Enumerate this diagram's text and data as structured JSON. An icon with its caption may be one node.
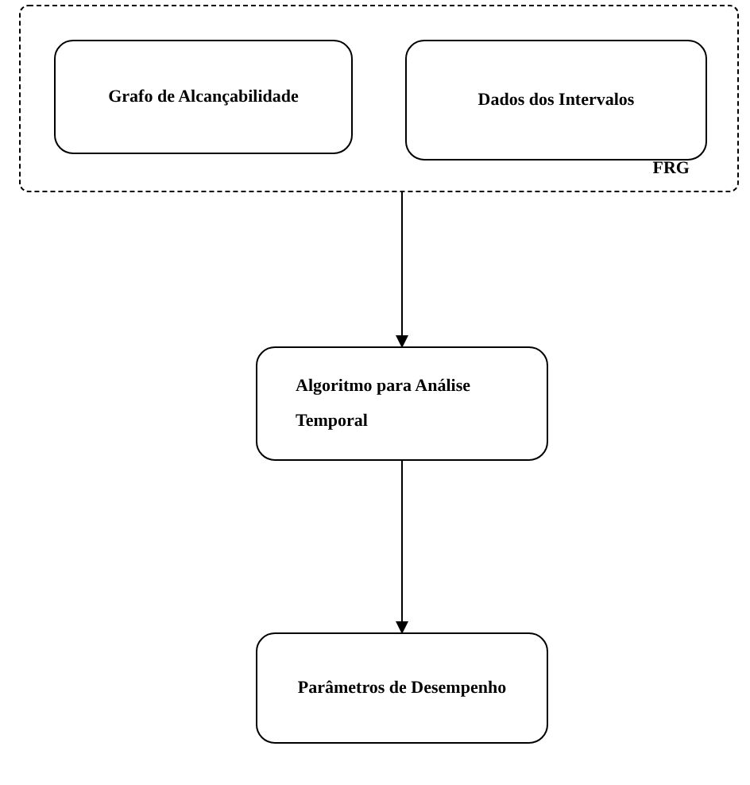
{
  "diagram": {
    "nodes": [
      {
        "text": [
          "FRG"
        ]
      },
      {
        "text": [
          "Grafo de Alcançabilidade"
        ],
        "in": 0
      },
      {
        "text": [
          "Dados dos Intervalos"
        ],
        "in": 0
      },
      {
        "text": [
          "Algoritmo para Análise Temporal"
        ]
      },
      {
        "text": [
          "Parâmetros de Desempenho"
        ]
      }
    ],
    "edges": [
      {
        "from": 0,
        "to": 3,
        "arrow": "to"
      },
      {
        "from": 3,
        "to": 4,
        "arrow": "to"
      }
    ]
  }
}
